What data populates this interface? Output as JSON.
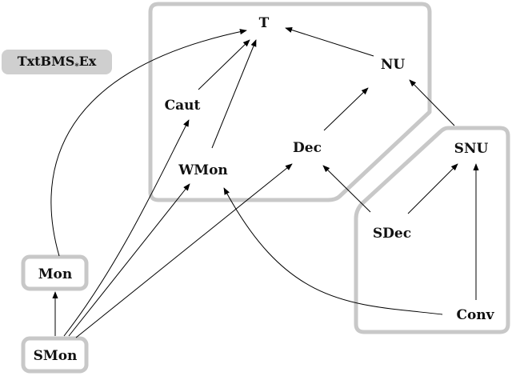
{
  "tag": {
    "main": "TxtBMS",
    "sub": "*",
    "tail": "Ex"
  },
  "nodes": {
    "T": "T",
    "NU": "NU",
    "Caut": "Caut",
    "Dec": "Dec",
    "WMon": "WMon",
    "SNU": "SNU",
    "SDec": "SDec",
    "Mon": "Mon",
    "SMon": "SMon",
    "Conv": "Conv"
  },
  "colors": {
    "region_stroke": "#c8c8c8",
    "tag_fill": "#cfcfcf",
    "edge": "#000000"
  }
}
